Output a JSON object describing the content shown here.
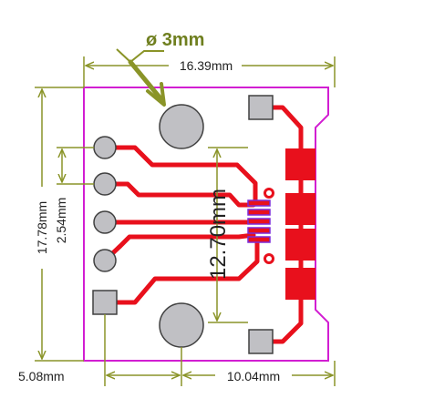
{
  "diagram": {
    "hole_callout": "ø 3mm",
    "dims": {
      "width_total": "16.39mm",
      "height_total": "17.78mm",
      "pin_pitch": "2.54mm",
      "pad_span": "12.70mm",
      "left_offset": "5.08mm",
      "right_offset": "10.04mm"
    },
    "colors": {
      "dimension": "#8a9428",
      "board_outline": "#d21ed2",
      "trace": "#e8101c",
      "pad": "#e8101c",
      "hole": "#c0c0c4",
      "pad_outline": "#404040",
      "ic_pin": "#7b2ad8"
    }
  }
}
